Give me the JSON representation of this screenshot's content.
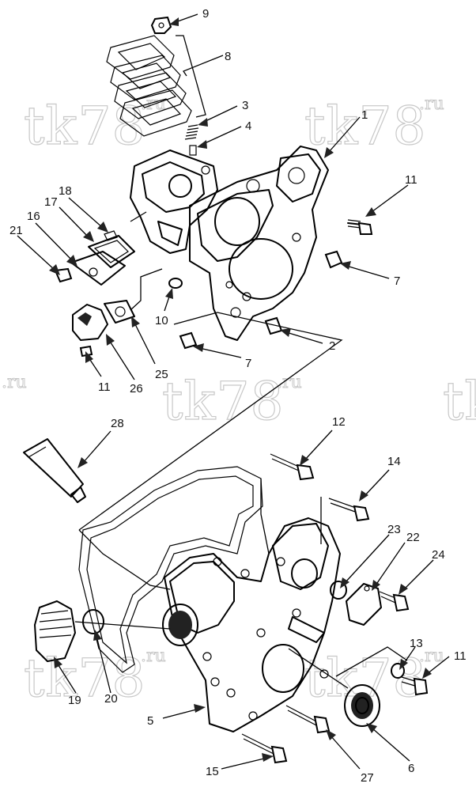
{
  "watermark": {
    "text_main": "tk78",
    "text_suffix": ".ru",
    "color": "#c8c8c8"
  },
  "callouts": [
    {
      "id": "9",
      "label": "9"
    },
    {
      "id": "8",
      "label": "8"
    },
    {
      "id": "3",
      "label": "3"
    },
    {
      "id": "4",
      "label": "4"
    },
    {
      "id": "1",
      "label": "1"
    },
    {
      "id": "11a",
      "label": "11"
    },
    {
      "id": "18",
      "label": "18"
    },
    {
      "id": "17",
      "label": "17"
    },
    {
      "id": "16",
      "label": "16"
    },
    {
      "id": "21",
      "label": "21"
    },
    {
      "id": "7a",
      "label": "7"
    },
    {
      "id": "10",
      "label": "10"
    },
    {
      "id": "2",
      "label": "2"
    },
    {
      "id": "7b",
      "label": "7"
    },
    {
      "id": "25",
      "label": "25"
    },
    {
      "id": "26",
      "label": "26"
    },
    {
      "id": "11b",
      "label": "11"
    },
    {
      "id": "28",
      "label": "28"
    },
    {
      "id": "12",
      "label": "12"
    },
    {
      "id": "14",
      "label": "14"
    },
    {
      "id": "23",
      "label": "23"
    },
    {
      "id": "22",
      "label": "22"
    },
    {
      "id": "24",
      "label": "24"
    },
    {
      "id": "13",
      "label": "13"
    },
    {
      "id": "11c",
      "label": "11"
    },
    {
      "id": "19",
      "label": "19"
    },
    {
      "id": "20",
      "label": "20"
    },
    {
      "id": "5",
      "label": "5"
    },
    {
      "id": "15",
      "label": "15"
    },
    {
      "id": "27",
      "label": "27"
    },
    {
      "id": "6",
      "label": "6"
    }
  ]
}
